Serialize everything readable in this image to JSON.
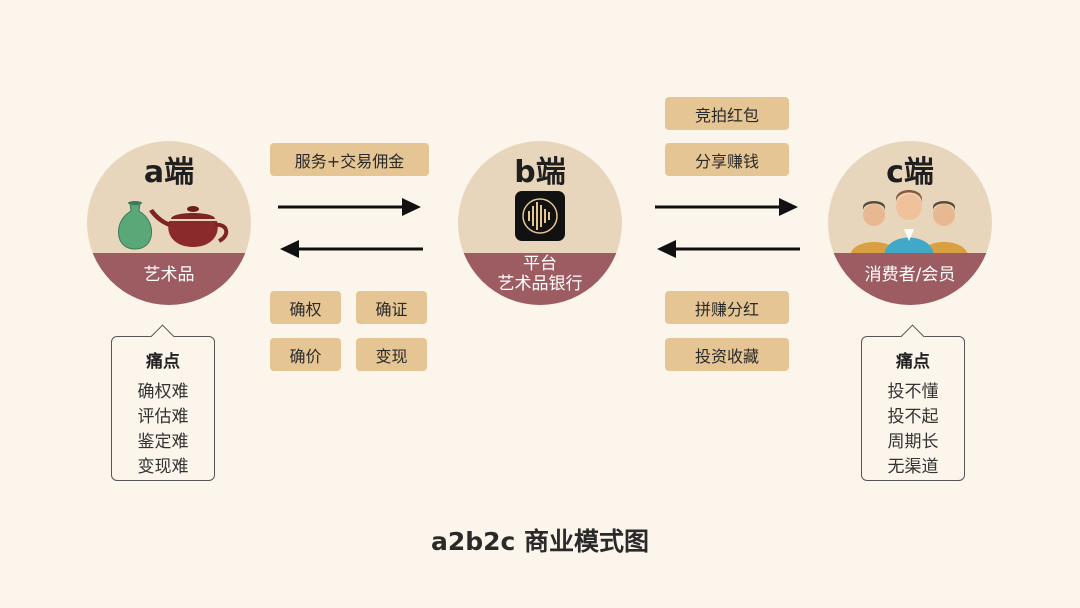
{
  "a_node": {
    "title": "a端",
    "label": "艺术品"
  },
  "b_node": {
    "title": "b端",
    "label_line1": "平台",
    "label_line2": "艺术品银行"
  },
  "c_node": {
    "title": "c端",
    "label": "消费者/会员"
  },
  "ab_chips": {
    "top": "服务+交易佣金",
    "b1": "确权",
    "b2": "确证",
    "b3": "确价",
    "b4": "变现"
  },
  "bc_chips": {
    "t1": "竞拍红包",
    "t2": "分享赚钱",
    "b1": "拼赚分红",
    "b2": "投资收藏"
  },
  "pain_a": {
    "title": "痛点",
    "items": [
      "确权难",
      "评估难",
      "鉴定难",
      "变现难"
    ]
  },
  "pain_c": {
    "title": "痛点",
    "items": [
      "投不懂",
      "投不起",
      "周期长",
      "无渠道"
    ]
  },
  "caption": "a2b2c 商业模式图",
  "colors": {
    "background": "#fcf5ec",
    "circle": "#e8d6bc",
    "band": "#9c5c62",
    "chip": "#e5c593"
  }
}
